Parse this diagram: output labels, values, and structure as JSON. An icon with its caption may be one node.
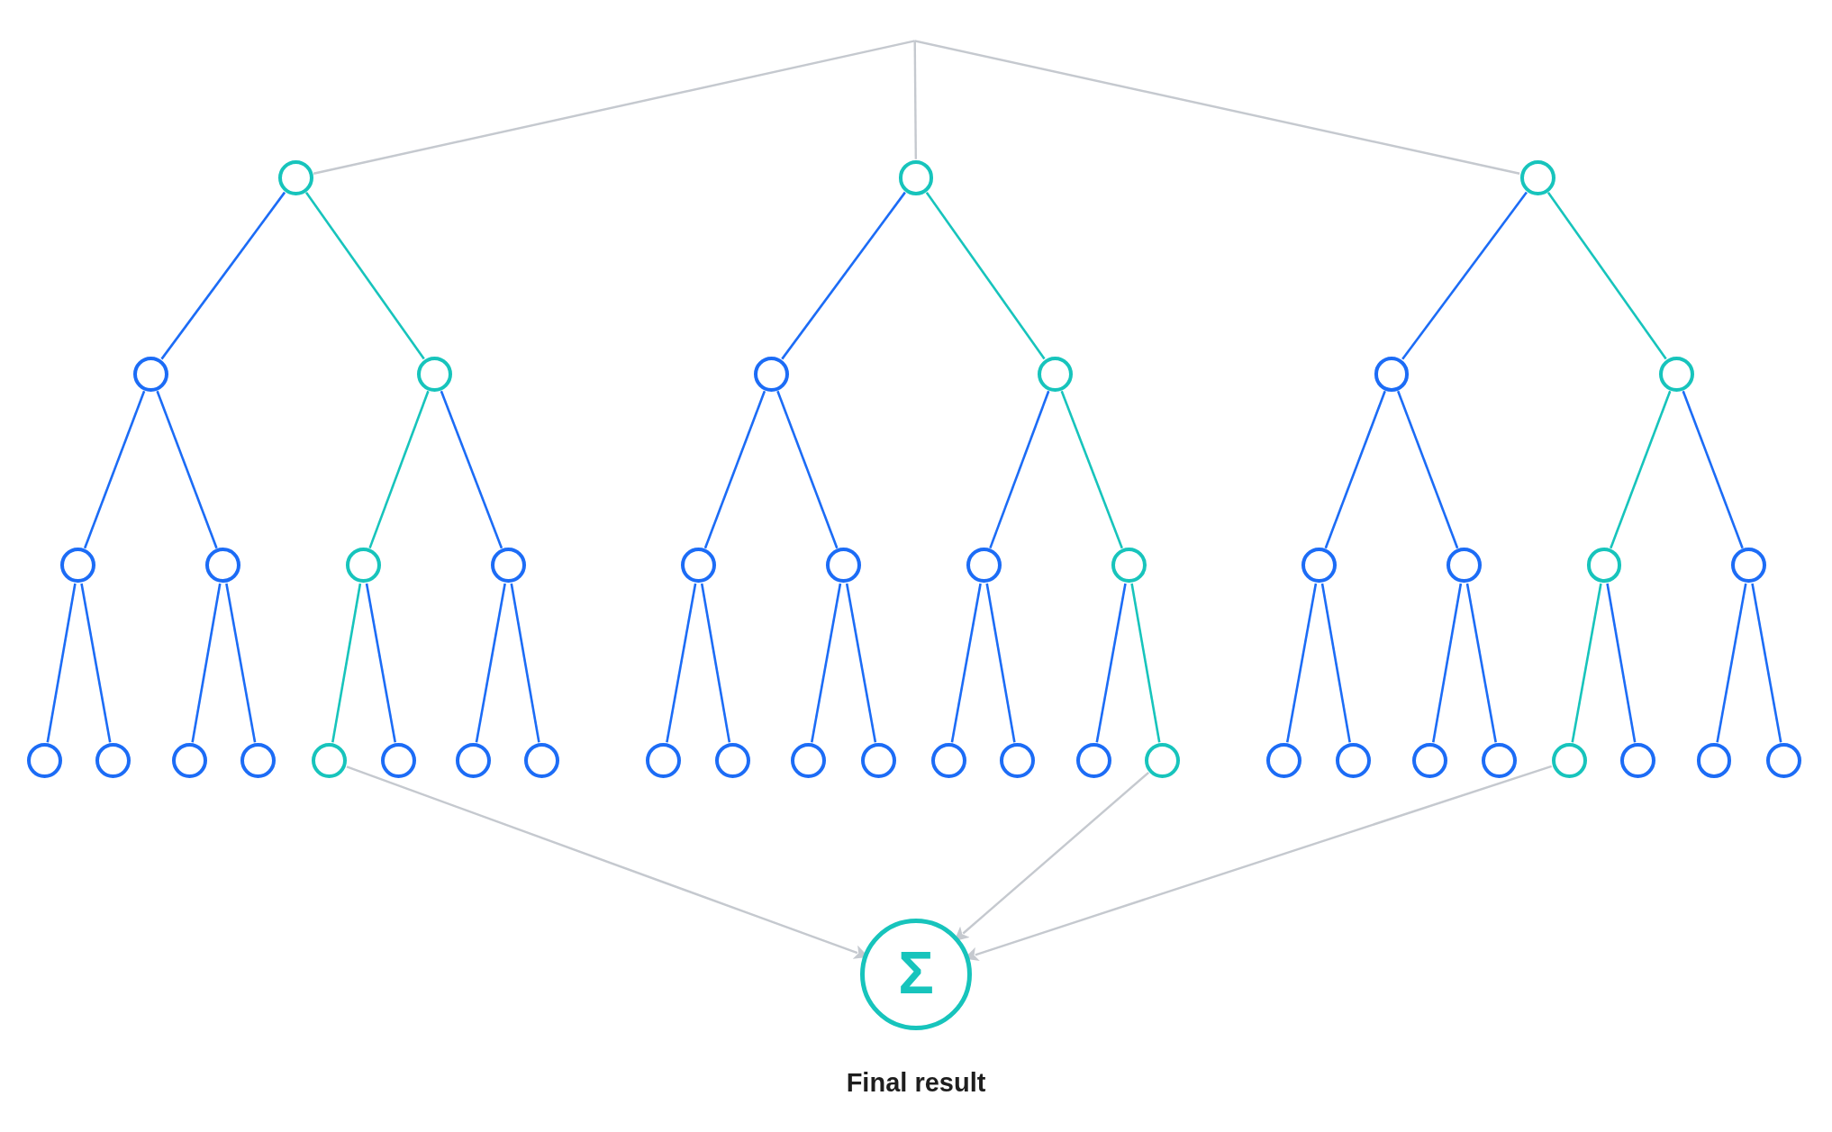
{
  "diagram": {
    "nodes": [
      {
        "text": [],
        "shape": "circle"
      },
      {
        "text": [],
        "shape": "circle"
      },
      {
        "text": [],
        "shape": "circle"
      },
      {
        "text": [],
        "shape": "circle"
      },
      {
        "text": [],
        "shape": "circle"
      },
      {
        "text": [],
        "shape": "circle"
      },
      {
        "text": [],
        "shape": "circle"
      },
      {
        "text": [],
        "shape": "circle"
      },
      {
        "text": [],
        "shape": "circle"
      },
      {
        "text": [],
        "shape": "circle"
      },
      {
        "text": [],
        "shape": "circle"
      },
      {
        "text": [],
        "shape": "circle"
      },
      {
        "text": [],
        "shape": "circle"
      },
      {
        "text": [],
        "shape": "circle"
      },
      {
        "text": [],
        "shape": "circle"
      },
      {
        "text": [],
        "shape": "circle"
      },
      {
        "text": [],
        "shape": "circle"
      },
      {
        "text": [],
        "shape": "circle"
      },
      {
        "text": [],
        "shape": "circle"
      },
      {
        "text": [],
        "shape": "circle"
      },
      {
        "text": [],
        "shape": "circle"
      },
      {
        "text": [],
        "shape": "circle"
      },
      {
        "text": [],
        "shape": "circle"
      },
      {
        "text": [],
        "shape": "circle"
      },
      {
        "text": [],
        "shape": "circle"
      },
      {
        "text": [],
        "shape": "circle"
      },
      {
        "text": [],
        "shape": "circle"
      },
      {
        "text": [],
        "shape": "circle"
      },
      {
        "text": [],
        "shape": "circle"
      },
      {
        "text": [],
        "shape": "circle"
      },
      {
        "text": [],
        "shape": "circle"
      },
      {
        "text": [],
        "shape": "circle"
      },
      {
        "text": [],
        "shape": "circle"
      },
      {
        "text": [],
        "shape": "circle"
      },
      {
        "text": [],
        "shape": "circle"
      },
      {
        "text": [],
        "shape": "circle"
      },
      {
        "text": [],
        "shape": "circle"
      },
      {
        "text": [],
        "shape": "circle"
      },
      {
        "text": [],
        "shape": "circle"
      },
      {
        "text": [],
        "shape": "circle"
      },
      {
        "text": [],
        "shape": "circle"
      },
      {
        "text": [],
        "shape": "circle"
      },
      {
        "text": [],
        "shape": "circle"
      },
      {
        "text": [],
        "shape": "circle"
      },
      {
        "text": [],
        "shape": "circle"
      },
      {
        "text": [
          "Σ"
        ],
        "beside": [
          "Final result"
        ]
      }
    ],
    "edges": [
      {
        "from": null,
        "to": 0,
        "arrow": "none",
        "color": "#c5c9cf"
      },
      {
        "from": null,
        "to": 15,
        "arrow": "none",
        "color": "#c5c9cf"
      },
      {
        "from": null,
        "to": 30,
        "arrow": "none",
        "color": "#c5c9cf"
      },
      {
        "from": 0,
        "to": 1,
        "arrow": "none"
      },
      {
        "from": 0,
        "to": 2,
        "arrow": "none",
        "color": "#17c4bc"
      },
      {
        "from": 1,
        "to": 3,
        "arrow": "none"
      },
      {
        "from": 1,
        "to": 4,
        "arrow": "none"
      },
      {
        "from": 2,
        "to": 5,
        "arrow": "none",
        "color": "#17c4bc"
      },
      {
        "from": 2,
        "to": 6,
        "arrow": "none"
      },
      {
        "from": 3,
        "to": 7,
        "arrow": "none"
      },
      {
        "from": 3,
        "to": 8,
        "arrow": "none"
      },
      {
        "from": 4,
        "to": 9,
        "arrow": "none"
      },
      {
        "from": 4,
        "to": 10,
        "arrow": "none"
      },
      {
        "from": 5,
        "to": 11,
        "arrow": "none",
        "color": "#17c4bc"
      },
      {
        "from": 5,
        "to": 12,
        "arrow": "none"
      },
      {
        "from": 6,
        "to": 13,
        "arrow": "none"
      },
      {
        "from": 6,
        "to": 14,
        "arrow": "none"
      },
      {
        "from": 15,
        "to": 16,
        "arrow": "none"
      },
      {
        "from": 15,
        "to": 17,
        "arrow": "none",
        "color": "#17c4bc"
      },
      {
        "from": 16,
        "to": 18,
        "arrow": "none"
      },
      {
        "from": 16,
        "to": 19,
        "arrow": "none"
      },
      {
        "from": 17,
        "to": 20,
        "arrow": "none"
      },
      {
        "from": 17,
        "to": 21,
        "arrow": "none",
        "color": "#17c4bc"
      },
      {
        "from": 18,
        "to": 22,
        "arrow": "none"
      },
      {
        "from": 18,
        "to": 23,
        "arrow": "none"
      },
      {
        "from": 19,
        "to": 24,
        "arrow": "none"
      },
      {
        "from": 19,
        "to": 25,
        "arrow": "none"
      },
      {
        "from": 20,
        "to": 26,
        "arrow": "none"
      },
      {
        "from": 20,
        "to": 27,
        "arrow": "none"
      },
      {
        "from": 21,
        "to": 28,
        "arrow": "none"
      },
      {
        "from": 21,
        "to": 29,
        "arrow": "none",
        "color": "#17c4bc"
      },
      {
        "from": 30,
        "to": 31,
        "arrow": "none"
      },
      {
        "from": 30,
        "to": 32,
        "arrow": "none",
        "color": "#17c4bc"
      },
      {
        "from": 31,
        "to": 33,
        "arrow": "none"
      },
      {
        "from": 31,
        "to": 34,
        "arrow": "none"
      },
      {
        "from": 32,
        "to": 35,
        "arrow": "none",
        "color": "#17c4bc"
      },
      {
        "from": 32,
        "to": 36,
        "arrow": "none"
      },
      {
        "from": 33,
        "to": 37,
        "arrow": "none"
      },
      {
        "from": 33,
        "to": 38,
        "arrow": "none"
      },
      {
        "from": 34,
        "to": 39,
        "arrow": "none"
      },
      {
        "from": 34,
        "to": 40,
        "arrow": "none"
      },
      {
        "from": 35,
        "to": 41,
        "arrow": "none",
        "color": "#17c4bc"
      },
      {
        "from": 35,
        "to": 42,
        "arrow": "none"
      },
      {
        "from": 36,
        "to": 43,
        "arrow": "none"
      },
      {
        "from": 36,
        "to": 44,
        "arrow": "none"
      },
      {
        "from": 11,
        "to": 45,
        "arrow": "to",
        "color": "#c5c9cf"
      },
      {
        "from": 29,
        "to": 45,
        "arrow": "to",
        "color": "#c5c9cf"
      },
      {
        "from": 41,
        "to": 45,
        "arrow": "to",
        "color": "#c5c9cf"
      }
    ]
  }
}
